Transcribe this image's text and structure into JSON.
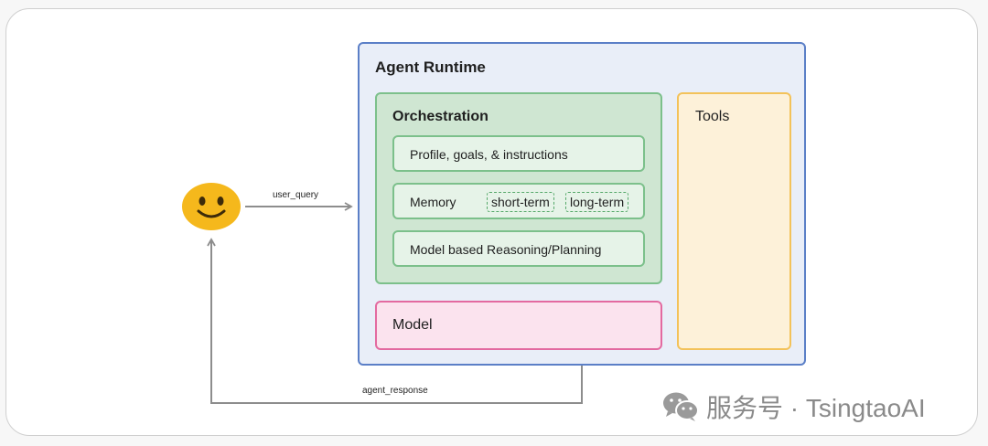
{
  "diagram": {
    "runtime": {
      "title": "Agent Runtime"
    },
    "orchestration": {
      "title": "Orchestration",
      "items": [
        {
          "label": "Profile, goals, & instructions"
        },
        {
          "label": "Memory",
          "tags": [
            "short-term",
            "long-term"
          ]
        },
        {
          "label": "Model based Reasoning/Planning"
        }
      ]
    },
    "model": {
      "title": "Model"
    },
    "tools": {
      "title": "Tools"
    },
    "edges": {
      "user_query": "user_query",
      "agent_response": "agent_response"
    },
    "user": {
      "icon": "smiley-face-icon"
    }
  },
  "watermark": {
    "text": "服务号 · TsingtaoAI",
    "icon": "wechat-icon"
  },
  "colors": {
    "runtime_bg": "#e9eef8",
    "runtime_border": "#5b7fc7",
    "orchestration_bg": "#cfe6d2",
    "orchestration_border": "#7cc08b",
    "model_bg": "#fbe3ee",
    "model_border": "#e36aa0",
    "tools_bg": "#fdf1d9",
    "tools_border": "#f3c25a",
    "arrow": "#8d8d8d",
    "face": "#f5b81c"
  }
}
